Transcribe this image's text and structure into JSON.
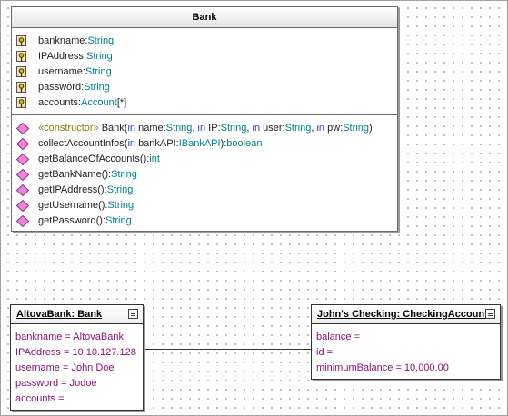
{
  "class_bank": {
    "name": "Bank",
    "attributes": [
      {
        "name": "bankname",
        "type": "String",
        "mult": ""
      },
      {
        "name": "IPAddress",
        "type": "String",
        "mult": ""
      },
      {
        "name": "username",
        "type": "String",
        "mult": ""
      },
      {
        "name": "password",
        "type": "String",
        "mult": ""
      },
      {
        "name": "accounts",
        "type": "Account",
        "mult": "[*]"
      }
    ],
    "operations": {
      "constructor": {
        "stereotype": "«constructor»",
        "name": "Bank(",
        "in": "in",
        "p1": "name:",
        "t1": "String",
        "p2": "IP:",
        "t2": "String",
        "p3": "user:",
        "t3": "String",
        "p4": "pw:",
        "t4": "String",
        "close": ")"
      },
      "collect": {
        "name": "collectAccountInfos(",
        "in": "in",
        "param": "bankAPI:",
        "ptype": "IBankAPI",
        "close": "):",
        "ret": "boolean"
      },
      "simple": [
        {
          "name": "getBalanceOfAccounts():",
          "ret": "int"
        },
        {
          "name": "getBankName():",
          "ret": "String"
        },
        {
          "name": "getIPAddress():",
          "ret": "String"
        },
        {
          "name": "getUsername():",
          "ret": "String"
        },
        {
          "name": "getPassword():",
          "ret": "String"
        }
      ]
    }
  },
  "instance_bank": {
    "title": "AltovaBank: Bank",
    "slots": [
      "bankname =  AltovaBank",
      "IPAddress =  10.10.127.128",
      "username =  John Doe",
      "password =  Jodoe",
      "accounts ="
    ]
  },
  "instance_checking": {
    "title": "John's Checking: CheckingAccount",
    "slots": [
      "balance =",
      "id =",
      "minimumBalance =  10,000.00"
    ]
  },
  "icons": {
    "attribute": "key-property-icon",
    "operation": "pink-diamond-operation-icon",
    "compartment_toggle": "compartment-toggle-icon"
  },
  "colors": {
    "keyword": "#2a3bd0",
    "type": "#00818a",
    "slot_text": "#8a1078",
    "operation_icon": "#d86fc9"
  }
}
